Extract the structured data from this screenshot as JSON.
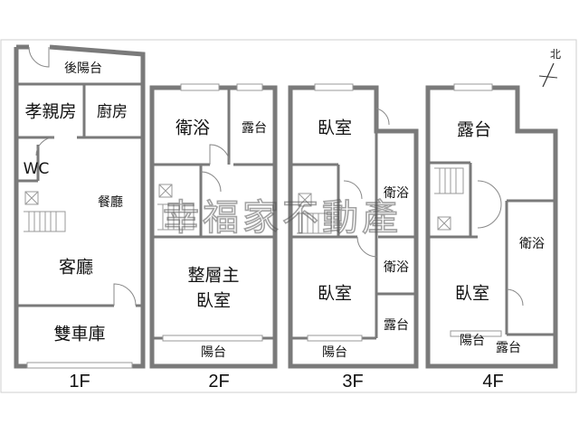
{
  "watermark": "幸福家不動產",
  "compass_label": "北",
  "floors": [
    {
      "label": "1F",
      "rooms": [
        "後陽台",
        "孝親房",
        "廚房",
        "WC",
        "餐廳",
        "客廳",
        "雙車庫"
      ]
    },
    {
      "label": "2F",
      "rooms": [
        "衛浴",
        "露台",
        "整層主",
        "臥室",
        "陽台"
      ]
    },
    {
      "label": "3F",
      "rooms": [
        "臥室",
        "衛浴",
        "衛浴",
        "臥室",
        "露台",
        "陽台"
      ]
    },
    {
      "label": "4F",
      "rooms": [
        "露台",
        "衛浴",
        "臥室",
        "陽台",
        "露台"
      ]
    }
  ]
}
